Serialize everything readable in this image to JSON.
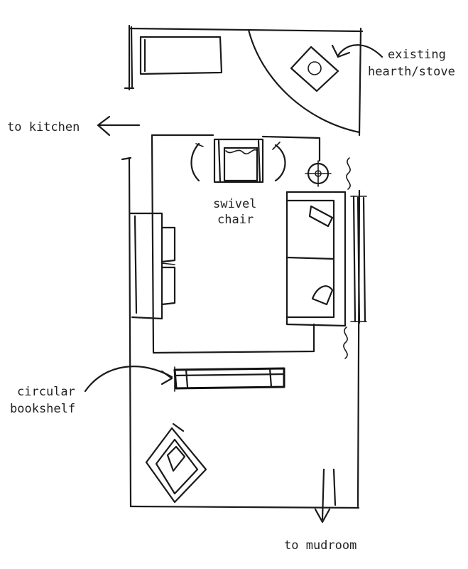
{
  "labels": {
    "to_kitchen": "to kitchen",
    "hearth_line1": "existing",
    "hearth_line2": "hearth/stove",
    "swivel_line1": "swivel",
    "swivel_line2": "chair",
    "bookshelf_line1": "circular",
    "bookshelf_line2": "bookshelf",
    "to_mudroom": "to mudroom"
  }
}
